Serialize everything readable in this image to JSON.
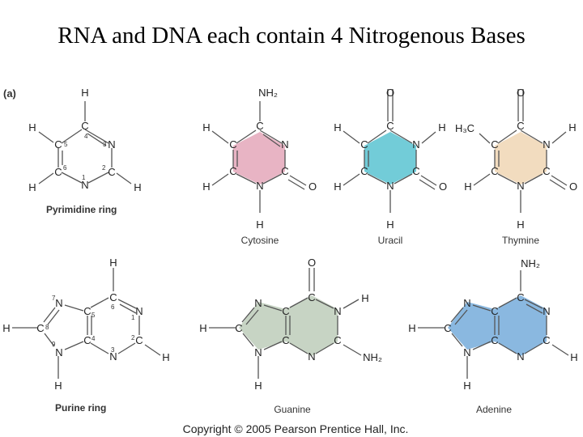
{
  "title": "RNA and DNA each contain 4 Nitrogenous Bases",
  "panel_label": "(a)",
  "labels": {
    "pyrimidine": "Pyrimidine ring",
    "cytosine": "Cytosine",
    "uracil": "Uracil",
    "thymine": "Thymine",
    "purine": "Purine ring",
    "guanine": "Guanine",
    "adenine": "Adenine"
  },
  "atoms": {
    "C": "C",
    "N": "N",
    "H": "H",
    "O": "O",
    "NH2": "NH₂",
    "H3C": "H₃C"
  },
  "ring_numbers": [
    "1",
    "2",
    "3",
    "4",
    "5",
    "6",
    "7",
    "8",
    "9"
  ],
  "colors": {
    "cytosine": "#e8b4c4",
    "uracil": "#72ccd8",
    "thymine": "#f2dcbf",
    "guanine": "#c7d4c4",
    "adenine": "#8ab8e0"
  },
  "copyright": "Copyright © 2005 Pearson Prentice Hall, Inc."
}
